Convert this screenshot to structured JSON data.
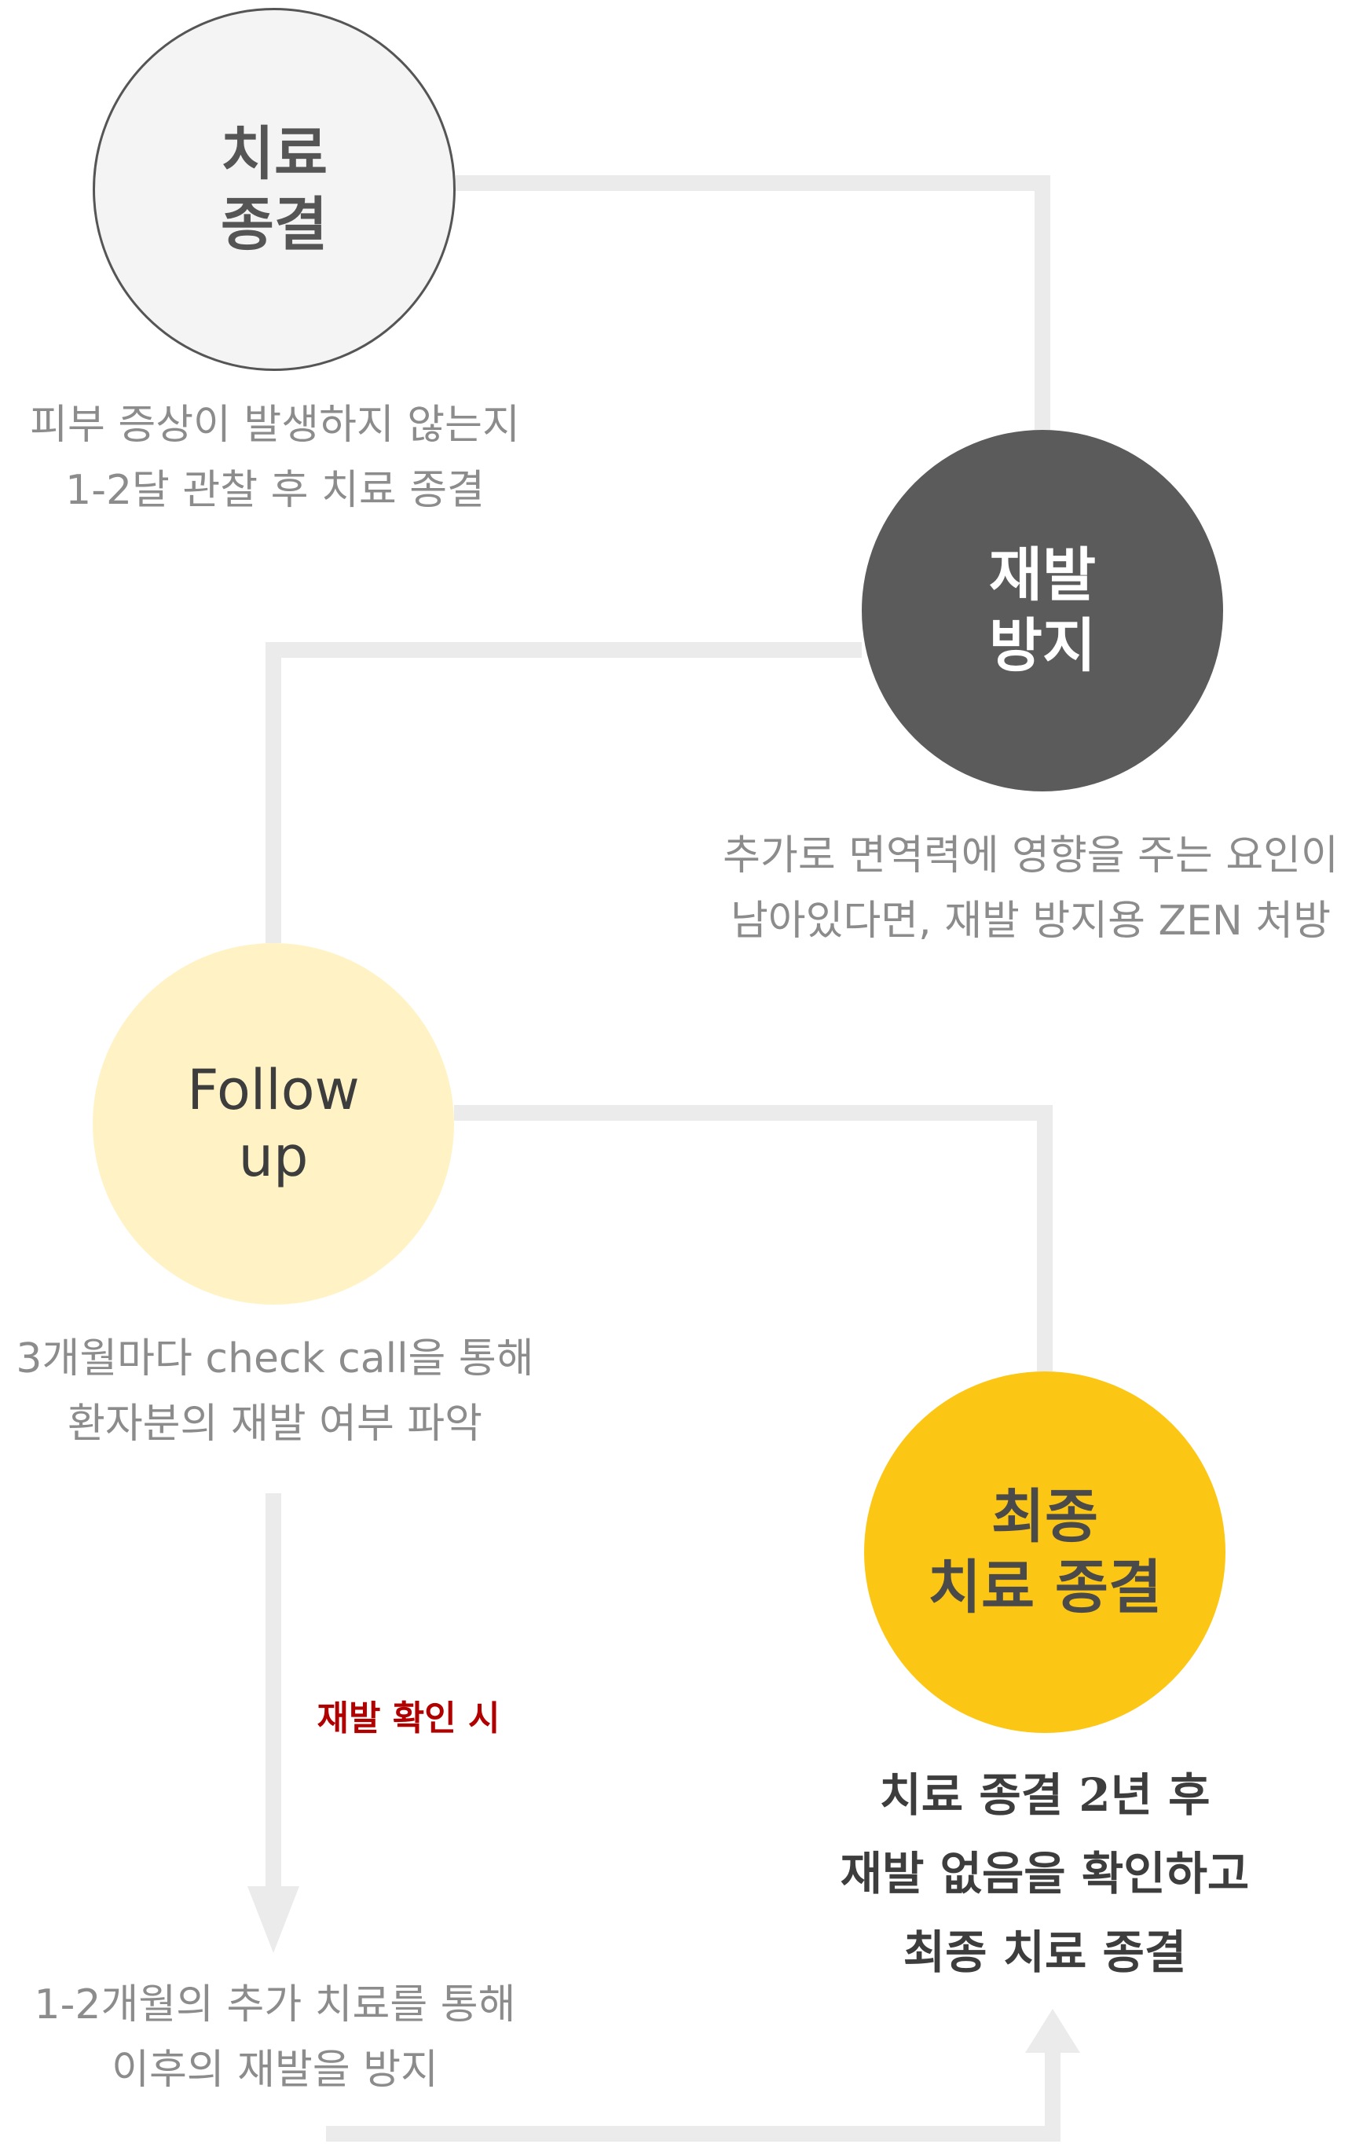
{
  "nodes": [
    {
      "line1": "치료",
      "line2": "종결",
      "color": "#f4f4f4",
      "border": "#555555"
    },
    {
      "line1": "재발",
      "line2": "방지",
      "color": "#5b5b5b"
    },
    {
      "line1": "Follow",
      "line2": "up",
      "color": "#fff3c6"
    },
    {
      "line1": "최종",
      "line2": "치료 종결",
      "color": "#fcc614"
    }
  ],
  "descriptions": [
    {
      "line1": "피부 증상이 발생하지 않는지",
      "line2": "1-2달 관찰 후 치료 종결"
    },
    {
      "line1": "추가로 면역력에 영향을 주는 요인이",
      "line2": "남아있다면, 재발 방지용 ZEN 처방"
    },
    {
      "line1": "3개월마다 check call을 통해",
      "line2": "환자분의 재발 여부 파악"
    },
    {
      "line1": "1-2개월의 추가 치료를 통해",
      "line2": "이후의 재발을 방지"
    },
    {
      "line1": "치료 종결 2년 후",
      "line2": "재발 없음을 확인하고",
      "line3": "최종 치료 종결"
    }
  ],
  "recurrence_label": "재발 확인 시",
  "colors": {
    "connector": "#ebebeb",
    "accent_red": "#b00000"
  }
}
